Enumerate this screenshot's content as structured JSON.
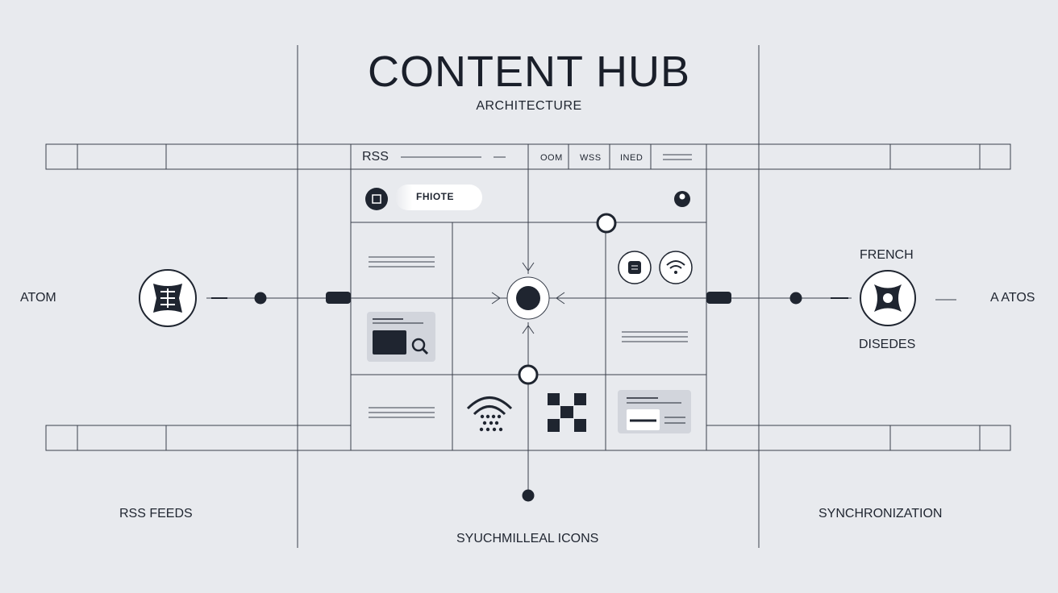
{
  "header": {
    "title": "CONTENT HUB",
    "subtitle": "ARCHITECTURE"
  },
  "panel": {
    "toolbar_label": "RSS",
    "tabs": [
      "OOM",
      "WSS",
      "INED"
    ],
    "selector_label": "FHIOTE"
  },
  "left_node": {
    "label": "ATOM"
  },
  "right_node": {
    "top_label": "FRENCH",
    "bottom_label": "DISEDES",
    "outer_label": "A ATOS"
  },
  "footer": {
    "left": "RSS FEEDS",
    "center": "SYUCHMILLEAL ICONS",
    "right": "SYNCHRONIZATION"
  },
  "colors": {
    "background": "#e8eaee",
    "ink": "#1f2530",
    "tile": "#d2d5dc",
    "white": "#ffffff"
  }
}
